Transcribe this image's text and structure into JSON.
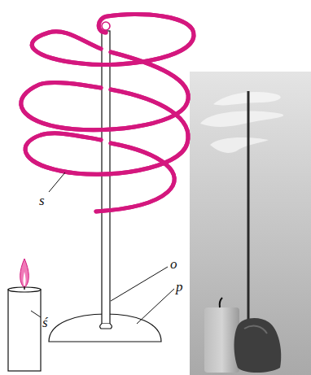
{
  "diagram": {
    "labels": [
      "s",
      "ś",
      "o",
      "p"
    ]
  }
}
